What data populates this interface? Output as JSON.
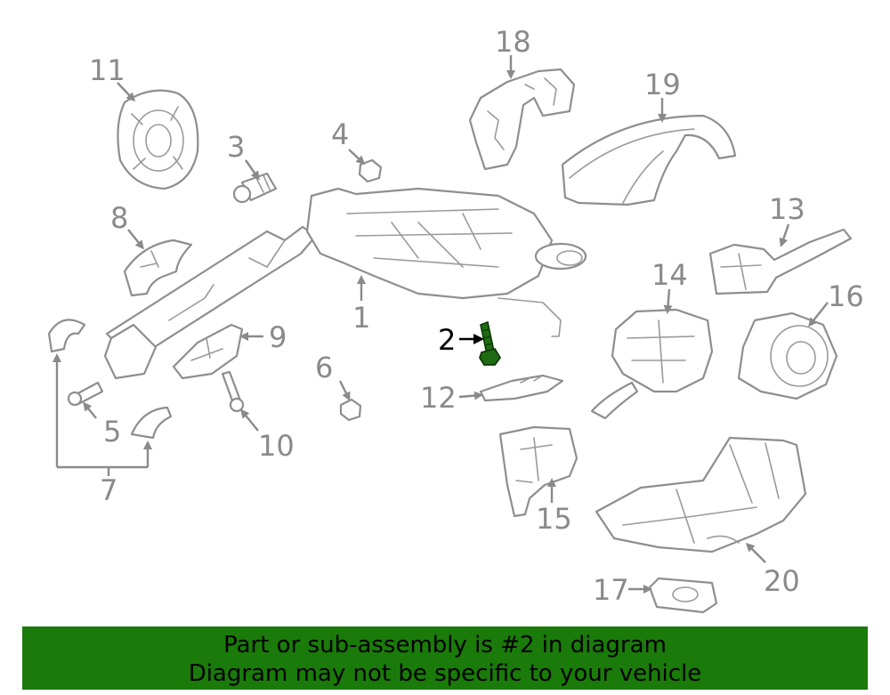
{
  "diagram": {
    "highlight_color": "#1f6b12",
    "part_color": "#8e8e8e",
    "highlighted_label": "2",
    "labels": [
      "1",
      "2",
      "3",
      "4",
      "5",
      "6",
      "7",
      "8",
      "9",
      "10",
      "11",
      "12",
      "13",
      "14",
      "15",
      "16",
      "17",
      "18",
      "19",
      "20"
    ]
  },
  "banner": {
    "line1": "Part or sub-assembly is #2 in diagram",
    "line2": "Diagram may not be specific to your vehicle",
    "background": "#1a7a0a"
  }
}
